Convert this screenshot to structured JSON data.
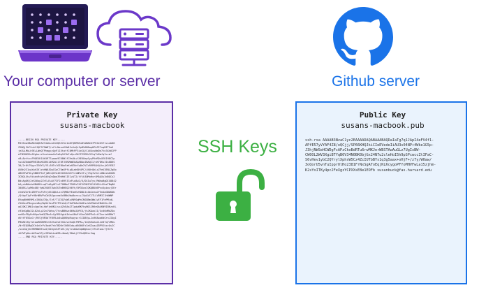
{
  "left_caption": "Your computer or server",
  "right_caption": "Github server",
  "center_label": "SSH Keys",
  "private_key": {
    "title": "Private Key",
    "subtitle": "susans-macbook",
    "lines": [
      "-----BEGIN RSA PRIVATE KEY-----",
      "MIIEowIBAAKCAQEA2lGabuuG1ZQKZV1n1a6fQKRREu8lWABeGfPE4eG5ft+sub08",
      "Z2NQj3hFXuhYJQF979W8T/uf1rNeuuSSW42vXuQiIpB5ADBwpKPhFE7uqBIT5a5",
      "jeXU+MkLh9E+LWeQTPhmgcyQy9lI5tatfC6MtPF5ieIQ/Ci64xsWeDe7tn3Xh6CPP",
      "mT3MHH92n02gkurx3rwtemwXsFa0q16YbFuQs+GKCFE2RMr9ItqTdGmfq3+cmf",
      "vB+8vttccP9OEXK1Ok5RT7paaa9C68W1fCHsUb+YAE6OepSyyPKeRDxXEKIH8C2p",
      "ss44ZUdaWPDEIBuKKGRX14M2A1178FJSRDWWEOAQABAoIBAQCI/sKYDKs31k0D6S",
      "30/2r0t79pyrIE0YS/YE+30Tnl6IBAoFaKoHZUnYq8e2VZzR9P6QhQLkcjK5YEDZ",
      "AVNn231cgYphIKlzhhN0J0pCSaC7UmXPfip8+mh8H4PC/jNUrQhLxZFeU3ENLZg8o",
      "dB6SPwF5kySNBCP6nTjWHnQGYd46VA9XkGK7CrmNMzIF+jY5g7w3Ltn8NezA0GUN",
      "3CBOLXh+9ikdvRsVeCdXyDoDpa39dHdlIE1zAT2/tYjk3QMoHxr4MAAXu3d0QCx2",
      "BdcAgOKj2eSX6op2ZrE+EuAY73F2x09FJGsP+o8w2/U/D4IwTyv/RWhwBgDIG8842",
      "k6yrbMAhAoGBADRLnqFld6gUF1x1TOBNw7F5RPoTAFVCMUI3GY4965L4fbsTMqB0",
      "30QBS+lpM6xUB/fpWJVOEE3wh3U7mBHEQJK6Yh/5M3XaxIQKQBUO6Pvx5pimzjSKr",
      "xtmhZ4r0cZBYFnuFkFnjdSSQDzLxv7QM0UfEaeEvKD8L5c4m1ezwJY5nAoGBAKOb",
      "/QtbpF1yPrH8rNNVPuCbSAGgccmsKcBNkUbwBarsu+CVpAVC1TLLVBMIC1HdWNP",
      "8YwgBhH69MLcIKObJ7Qy/7yF/TlZ5Q7yWSuVN9SqMnCNS8BmSWb1vEF1FePMjdL",
      "Z1OOxxP0ognzsBm/Wp5hIswP31TMlekQrFOdT8AeGAUEsuVAZ9mUcEBdXGLcVO",
      "aAI0KI1MQ1n4gs5sihbFjmRN1/ucAZhEAa2TIgdwBKFkyN01JR6e0A4KN9IBKzxKL",
      "c93mXgBp32L02xLp22nCVWnx/IYcwBBHwx06Hw2QPCK/jhJKAaxII/Xc06dMdZOo",
      "oxW2vFRyRnRXpsVmKQT8n6cCgYB1KgtbIdvw1BwFtShnCWXPPxSctCZnnte0RRbT",
      "dVttF65SwCr/RVSjRR5bTfBYB+b4wQ0KHpRupyszr1CD8Vp+2u9K8wa6dGrnJIUgI",
      "PBUAE1Ky7otowRHDB9EcC6ZtwZsIVXGzvzKuQkfMPK+/14QhEoXaJLne07q7vMUu",
      "/NrSEQXBgDCh4nOrPz3ooKFsh7BD0rIU6N1dw+d800KFx3aSZuayZ8P9JkzzQsIC",
      "/uoxGqjeo9B9BWXEn+O/G04yo3ZFaXljeylcsbOwCqmWgkov/IfhJtwuLTjH1fs",
      "iKZVFpHnxkKFaaVPyvIRVWzkvWZ8+4bmA/E8wkjYS3sQDEer2mg",
      "-----END RSA PRIVATE KEY-----"
    ]
  },
  "public_key": {
    "title": "Public Key",
    "subtitle": "susans-macbook.pub",
    "lines": [
      "ssh-rsa AAAAB3NzaC1yc2EAAAADAQABAAABAQDaIaTg7q1JApI4eFV4f1-",
      "APfE57yVYAF4Z8/oQCjj/SP66KHQJkiCIeEVedeIiAU3s04NP+4Wke1G5p-",
      "J3hjNWSeHCWDgFcAPzCkoBdRTu6rwMKJerWBSTAwAuGLz7UgIxBW-",
      "CW0OL2WV3XgiBTYqB0V34N0BK0bjGx24N7u2cleHoI5h9pSPcwccZtIFaC-",
      "S6vHev1ybC2QYrylXphsW5Cz4ZcIUTbBYs1q3g5aax+oHjF+/z7y/W0aw/",
      "3oQorU5vnTuIpprOlHo2381FrNxSgAToEqjKLKcygoPFfoMHVFwLa15zjhm-",
      "K2xYxITKy4pc2FeXgzYCPXXsE8e1EOFb susanbuck@fas.harvard.edu"
    ]
  },
  "colors": {
    "purple": "#5b2ea6",
    "blue": "#1a73e8",
    "green": "#3cb043",
    "left_box_bg": "#f4eefb",
    "right_box_bg": "#eaf3fd"
  },
  "icons": {
    "laptop": "laptop-icon",
    "cloud": "cloud-server-icon",
    "github": "github-octocat-icon",
    "lock": "open-padlock-icon"
  }
}
